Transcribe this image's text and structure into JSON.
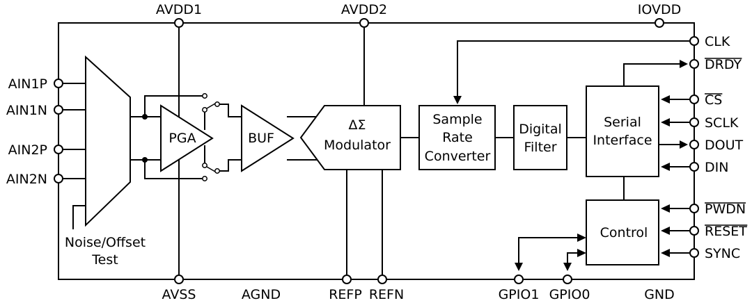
{
  "pins": {
    "top": {
      "avdd1": "AVDD1",
      "avdd2": "AVDD2",
      "iovdd": "IOVDD"
    },
    "bottom": {
      "avss": "AVSS",
      "agnd": "AGND",
      "refp": "REFP",
      "refn": "REFN",
      "gpio1": "GPIO1",
      "gpio0": "GPIO0",
      "gnd": "GND"
    },
    "left": {
      "ain1p": "AIN1P",
      "ain1n": "AIN1N",
      "ain2p": "AIN2P",
      "ain2n": "AIN2N"
    },
    "right": {
      "clk": "CLK",
      "drdy": "DRDY",
      "cs": "CS",
      "sclk": "SCLK",
      "dout": "DOUT",
      "din": "DIN",
      "pwdn": "PWDN",
      "reset": "RESET",
      "sync": "SYNC"
    }
  },
  "blocks": {
    "pga": "PGA",
    "buf": "BUF",
    "modulator": {
      "line1": "ΔΣ",
      "line2": "Modulator"
    },
    "src": {
      "line1": "Sample",
      "line2": "Rate",
      "line3": "Converter"
    },
    "filter": {
      "line1": "Digital",
      "line2": "Filter"
    },
    "serial": {
      "line1": "Serial",
      "line2": "Interface"
    },
    "control": "Control",
    "noise": {
      "line1": "Noise/Offset",
      "line2": "Test"
    }
  }
}
